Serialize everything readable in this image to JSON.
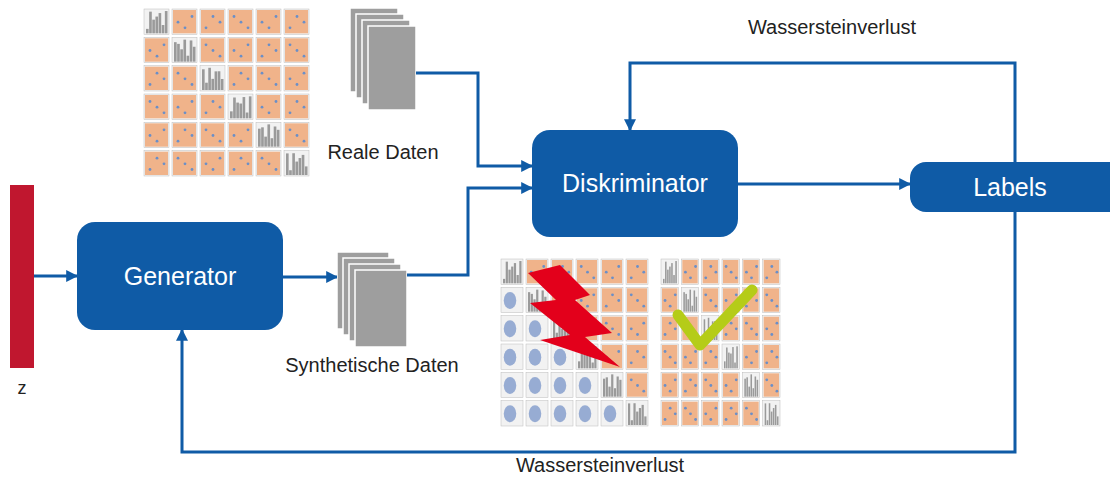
{
  "diagram": {
    "nodes": [
      {
        "text": [
          "Reale Daten"
        ]
      },
      {
        "text": [
          "z"
        ]
      },
      {
        "text": [
          "Generator"
        ]
      },
      {
        "text": [
          "Synthetische Daten"
        ]
      },
      {
        "text": [
          "Diskriminator"
        ]
      },
      {
        "text": [
          "Labels"
        ]
      }
    ],
    "edges": [
      {
        "from": 1,
        "to": 2,
        "arrow": "to"
      },
      {
        "from": 2,
        "to": 3,
        "arrow": "to"
      },
      {
        "from": 0,
        "to": 4,
        "arrow": "to"
      },
      {
        "from": 3,
        "to": 4,
        "arrow": "to"
      },
      {
        "from": 4,
        "to": 5,
        "arrow": "to"
      },
      {
        "from": 5,
        "to": 4,
        "label": "Wassersteinverlust",
        "arrow": "to"
      },
      {
        "from": 5,
        "to": 2,
        "label": "Wassersteinverlust",
        "arrow": "to"
      }
    ]
  }
}
